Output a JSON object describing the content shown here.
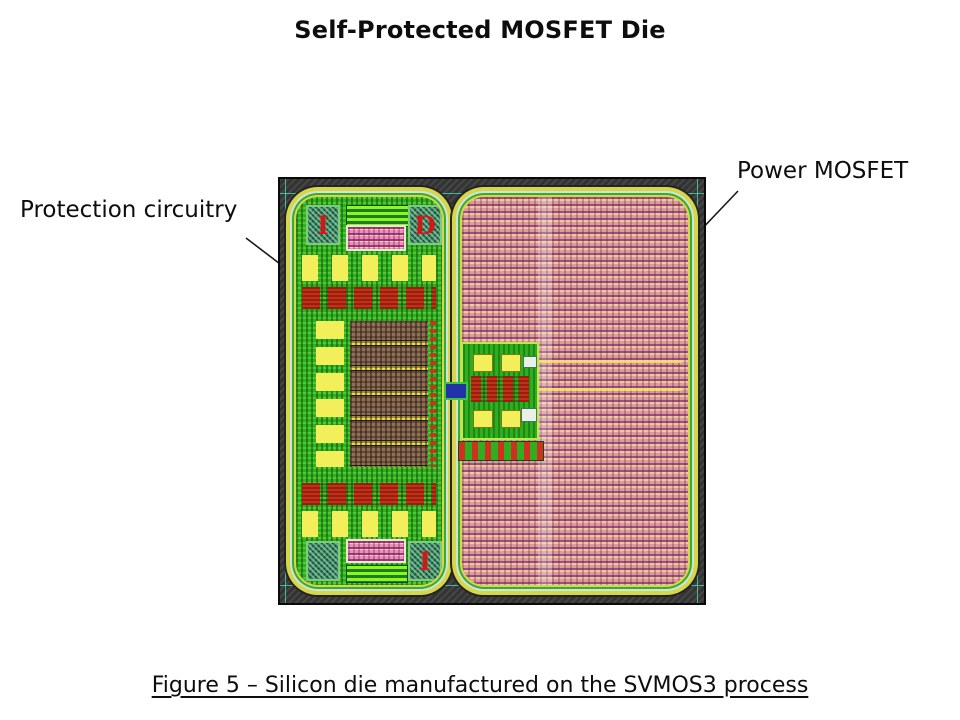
{
  "figure": {
    "title": "Self-Protected MOSFET Die",
    "caption": "Figure 5 – Silicon die manufactured on the SVMOS3 process"
  },
  "annotations": {
    "left": {
      "label": "Protection circuitry"
    },
    "right": {
      "label": "Power MOSFET"
    }
  },
  "die": {
    "regions": {
      "left": "protection-circuitry",
      "right": "power-mosfet"
    },
    "pad_glyphs": {
      "top_left": "I",
      "top_right": "D",
      "bottom_right": "I"
    },
    "colors": {
      "die_border_hatch": "#3a3a3a",
      "guide_line_teal": "#46cdaa",
      "ring_yellow": "#d6d64a",
      "ring_green": "#35ad35",
      "protection_green": "#2fae1f",
      "mosfet_pink": "#d9a98f",
      "mosfet_purple_stripe": "#964082",
      "pad_teal": "#2f7f5f",
      "block_yellow": "#f2ef5a",
      "block_red": "#c23018",
      "bar_brown": "#8f7055",
      "connector_blue": "#2233aa",
      "pad_glyph_red": "#d01818"
    }
  }
}
